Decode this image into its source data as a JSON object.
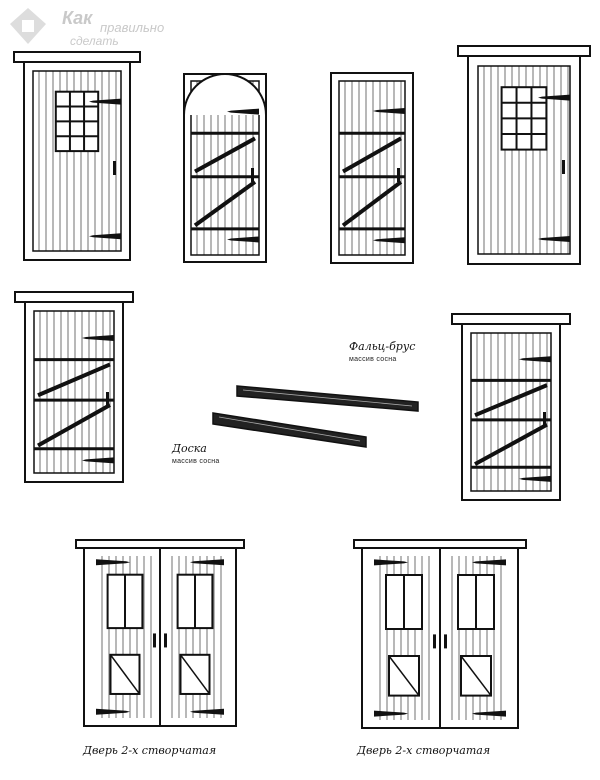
{
  "watermark": {
    "line1": "Как",
    "line2": "правильно",
    "line3": "сделать"
  },
  "labels": {
    "falz_brus": {
      "title": "Фальц-брус",
      "material": "массив сосна"
    },
    "doska": {
      "title": "Доска",
      "material": "массив сосна"
    },
    "double_door_1": "Дверь 2-х створчатая",
    "double_door_2": "Дверь 2-х створчатая"
  },
  "colors": {
    "ink": "#111111",
    "paper": "#ffffff",
    "watermark": "#c9c9c9"
  }
}
